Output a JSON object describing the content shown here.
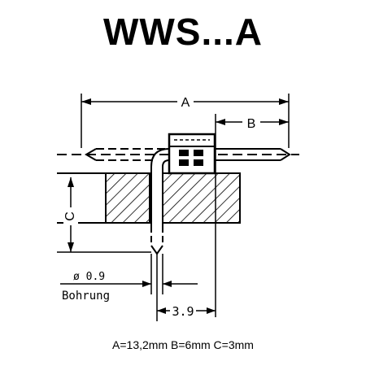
{
  "title": "WWS...A",
  "labels": {
    "a": "A",
    "b": "B",
    "c": "C",
    "hole_diameter": "ø 0.9",
    "hole_word": "Bohrung",
    "pitch": "3.9"
  },
  "caption": "A=13,2mm B=6mm C=3mm",
  "colors": {
    "ink": "#000000",
    "background": "#ffffff"
  }
}
